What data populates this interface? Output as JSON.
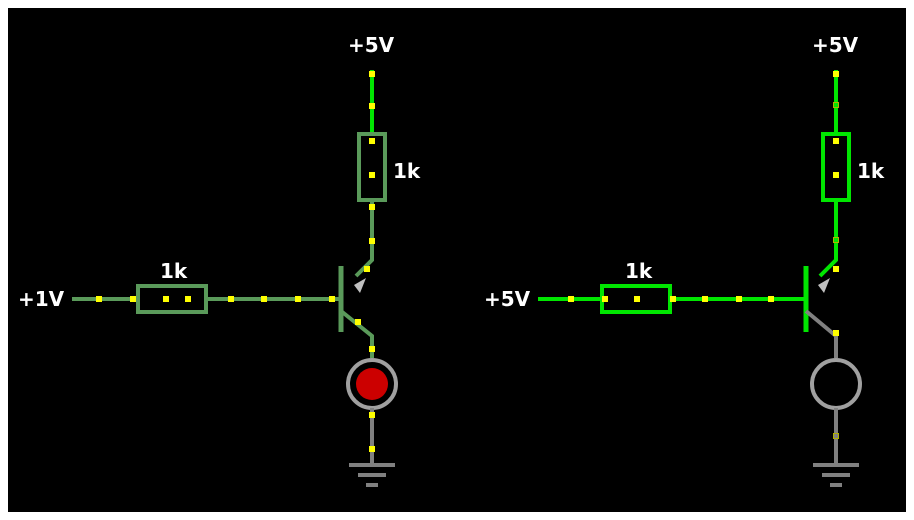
{
  "colors": {
    "background": "#000000",
    "wire_active": "#00e600",
    "wire_dim": "#5a9a5a",
    "wire_off": "#808080",
    "current_dot": "#ffff00",
    "led_on": "#cc0000",
    "led_off": "#000000"
  },
  "circuits": [
    {
      "id": "left",
      "supply_top": "+5V",
      "resistor_collector_value": "1k",
      "resistor_base_value": "1k",
      "input_voltage": "+1V",
      "led_state": "on"
    },
    {
      "id": "right",
      "supply_top": "+5V",
      "resistor_collector_value": "1k",
      "resistor_base_value": "1k",
      "input_voltage": "+5V",
      "led_state": "off"
    }
  ]
}
